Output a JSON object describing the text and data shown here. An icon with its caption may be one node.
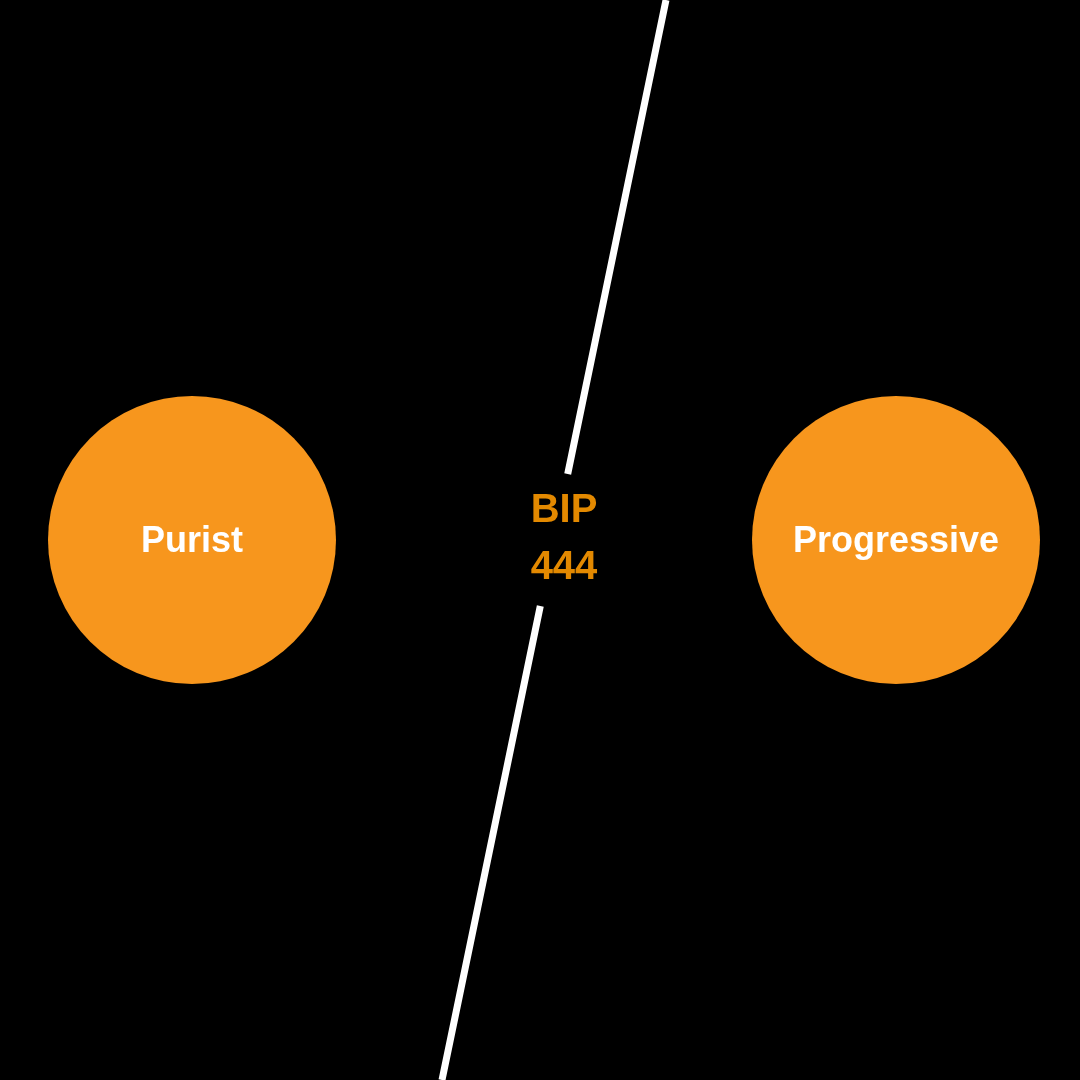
{
  "diagram": {
    "nodes": [
      {
        "text": [
          "Purist"
        ]
      },
      {
        "text": [
          "Progressive"
        ]
      }
    ],
    "labels": [
      "BIP 444"
    ]
  }
}
